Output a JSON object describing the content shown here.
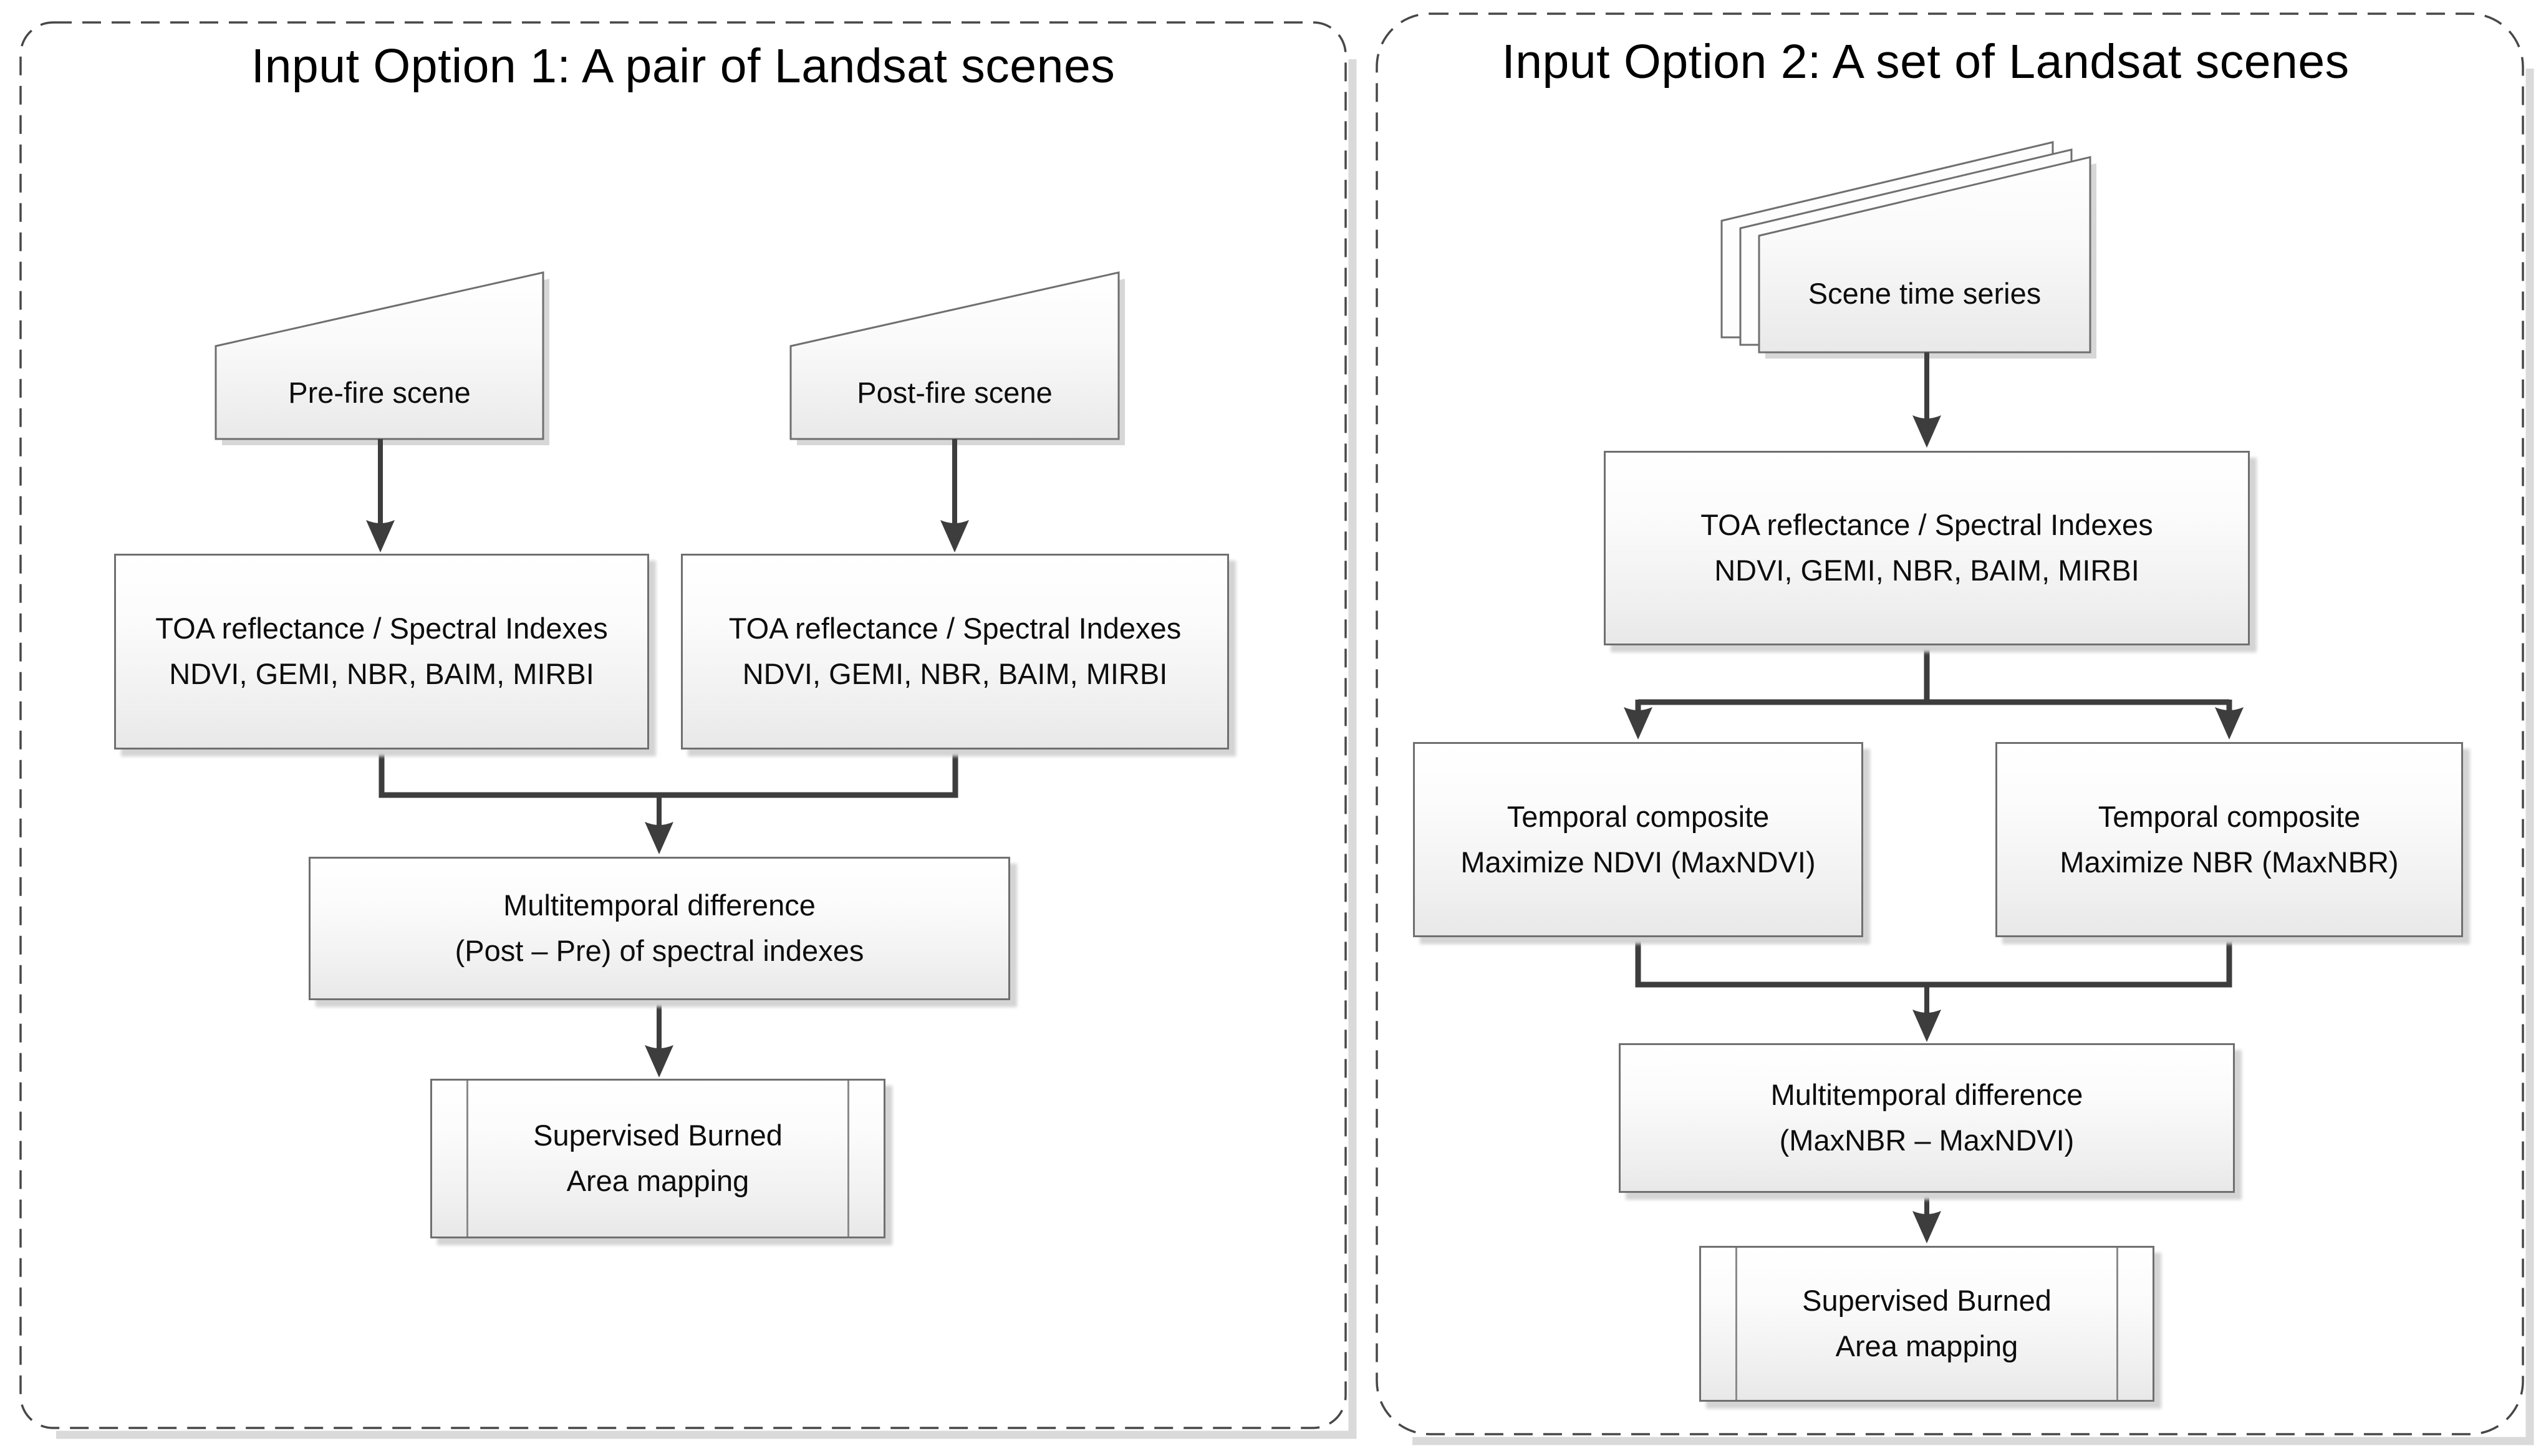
{
  "figure": {
    "panels": [
      {
        "title": "Input Option 1: A pair of Landsat scenes",
        "nodes": {
          "prefire": "Pre-fire scene",
          "postfire": "Post-fire scene",
          "toa_left": "TOA reflectance / Spectral Indexes\nNDVI, GEMI, NBR, BAIM, MIRBI",
          "toa_right": "TOA reflectance / Spectral Indexes\nNDVI, GEMI, NBR, BAIM, MIRBI",
          "difference": "Multitemporal difference\n(Post – Pre) of spectral indexes",
          "supervised": "Supervised Burned\nArea mapping"
        }
      },
      {
        "title": "Input Option 2: A set of Landsat scenes",
        "nodes": {
          "scenes": "Scene time series",
          "toa": "TOA reflectance / Spectral Indexes\nNDVI, GEMI, NBR, BAIM, MIRBI",
          "max_ndvi": "Temporal composite\nMaximize NDVI (MaxNDVI)",
          "max_nbr": "Temporal composite\nMaximize NBR (MaxNBR)",
          "difference": "Multitemporal difference\n(MaxNBR – MaxNDVI)",
          "supervised": "Supervised Burned\nArea mapping"
        }
      }
    ],
    "colors": {
      "node_border": "#6f6f6f",
      "connector": "#3d3d3d",
      "panel_dash_border": "#474747",
      "node_fill_top": "#ffffff",
      "node_fill_bottom": "#e8e8e8",
      "shadow": "#d4d4d4",
      "text": "#0d0d0d"
    }
  }
}
